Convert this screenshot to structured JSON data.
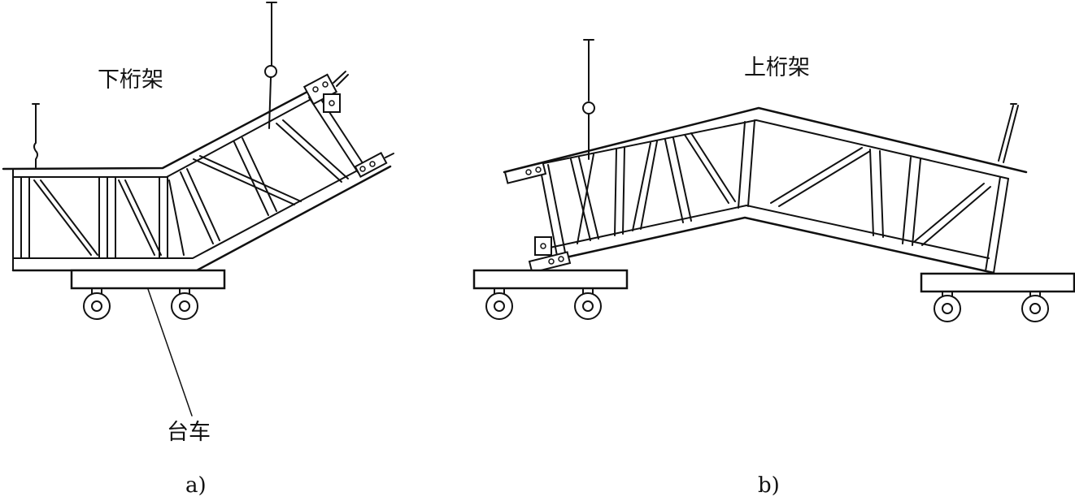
{
  "labels": {
    "lower_truss": "下桁架",
    "upper_truss": "上桁架",
    "trolley": "台车"
  },
  "captions": {
    "a": "a)",
    "b": "b)"
  },
  "colors": {
    "line": "#111111",
    "background": "#ffffff"
  }
}
